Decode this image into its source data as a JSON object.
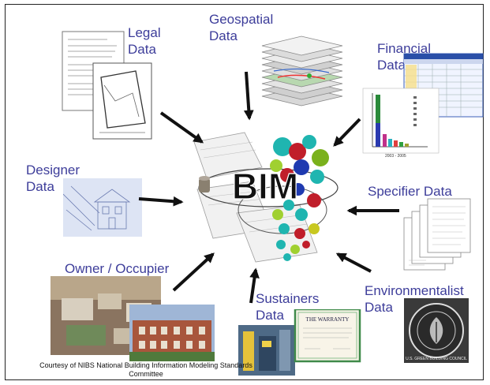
{
  "center": {
    "title": "BIM"
  },
  "sources": {
    "legal": "Legal\nData",
    "geospatial": "Geospatial\nData",
    "financial": "Financial\nData",
    "designer": "Designer\nData",
    "specifier": "Specifier Data",
    "owner": "Owner / Occupier",
    "sustainers": "Sustainers\nData",
    "environmentalist": "Environmentalist\nData"
  },
  "warranty": {
    "title": "THE WARRANTY"
  },
  "financial_chart": {
    "x_range": "2003 - 2005"
  },
  "leed": {
    "text": "U.S. GREEN BUILDING COUNCIL"
  },
  "credit": "Courtesy of NIBS National Building Information Modeling Standards Committee",
  "colors": {
    "label": "#3d3d9a",
    "arrow": "#111111",
    "frame": "#222222"
  }
}
